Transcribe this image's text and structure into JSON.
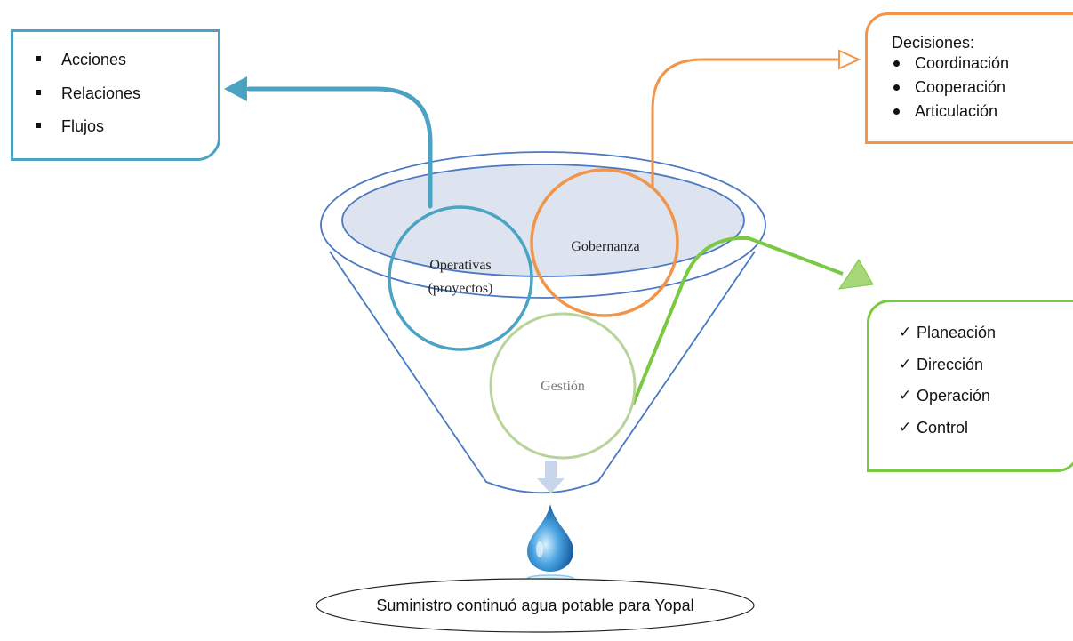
{
  "left_box": {
    "items": [
      "Acciones",
      "Relaciones",
      "Flujos"
    ],
    "marker": "square-bullet",
    "border_color": "#4ba3c3"
  },
  "top_right_box": {
    "heading": "Decisiones:",
    "items": [
      "Coordinación",
      "Cooperación",
      "Articulación"
    ],
    "marker": "round-bullet",
    "border_color": "#f0954a"
  },
  "bottom_right_box": {
    "items": [
      "Planeación",
      "Dirección",
      "Operación",
      "Control"
    ],
    "marker": "✓",
    "border_color": "#7ac943"
  },
  "circles": {
    "operativas": {
      "line1": "Operativas",
      "line2": "(proyectos)",
      "color": "#4ba3c3"
    },
    "gobernanza": {
      "label": "Gobernanza",
      "color": "#f0954a"
    },
    "gestion": {
      "label": "Gestión",
      "color": "#b8d49a"
    }
  },
  "funnel": {
    "color": "#4a78c2",
    "fill": "#dde4f0"
  },
  "outcome": {
    "label": "Suministro continuó agua potable para Yopal"
  },
  "icons": [
    "down-arrow-icon",
    "water-drop-icon"
  ]
}
